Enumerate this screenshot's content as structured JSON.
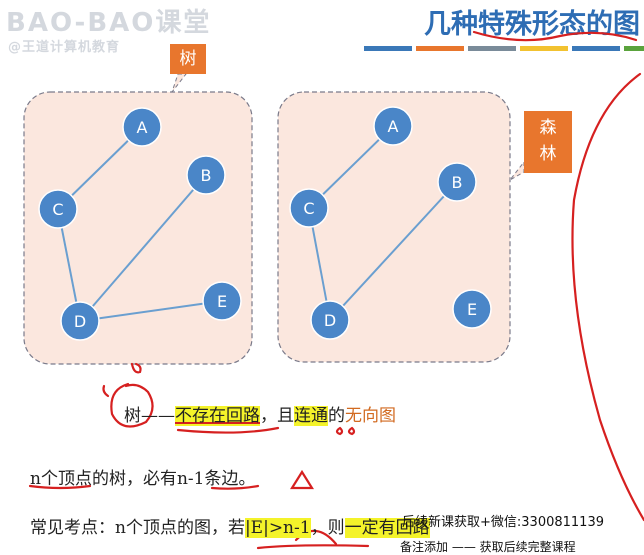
{
  "watermark": {
    "line1": "BAO-BAO课堂",
    "line2": "@王道计算机教育"
  },
  "title": "几种特殊形态的图",
  "stripes": [
    "#3a78b8",
    "#e8762d",
    "#7a8b99",
    "#f2c230",
    "#3a78b8",
    "#5aa33c"
  ],
  "tree_label": "树",
  "forest_label_lines": [
    "森",
    "林"
  ],
  "tree_graph": {
    "nodes": [
      {
        "id": "A",
        "label": "A"
      },
      {
        "id": "B",
        "label": "B"
      },
      {
        "id": "C",
        "label": "C"
      },
      {
        "id": "D",
        "label": "D"
      },
      {
        "id": "E",
        "label": "E"
      }
    ],
    "edges": [
      [
        "C",
        "A"
      ],
      [
        "C",
        "D"
      ],
      [
        "D",
        "B"
      ],
      [
        "D",
        "E"
      ]
    ]
  },
  "forest_graph": {
    "nodes": [
      {
        "id": "A",
        "label": "A"
      },
      {
        "id": "B",
        "label": "B"
      },
      {
        "id": "C",
        "label": "C"
      },
      {
        "id": "D",
        "label": "D"
      },
      {
        "id": "E",
        "label": "E"
      }
    ],
    "edges": [
      [
        "C",
        "A"
      ],
      [
        "C",
        "D"
      ],
      [
        "D",
        "B"
      ]
    ]
  },
  "definition": {
    "term": "树",
    "dash": "——",
    "part1": "不存在回路",
    "part2": "，且",
    "part3": "连通",
    "part4": "的",
    "part5": "无向图"
  },
  "property": {
    "part1": "n个顶点的树",
    "part2": "，必有",
    "part3": "n-1条边",
    "part4": "。"
  },
  "exam_point": {
    "label": "常见考点：",
    "part1": "n个顶点的图",
    "part2": "，若",
    "part3": "|E|>n-1",
    "part4": "，则",
    "part5": "一定有回路"
  },
  "footer": {
    "line1": "后续新课获取+微信:3300811139",
    "line2": "备注添加 —— 获取后续完整课程"
  },
  "colors": {
    "node_fill": "#4a86c8",
    "box_fill": "#fbe7de",
    "box_border": "#7a7a8a",
    "edge": "#6a9fd0",
    "annotation_red": "#d62020"
  }
}
